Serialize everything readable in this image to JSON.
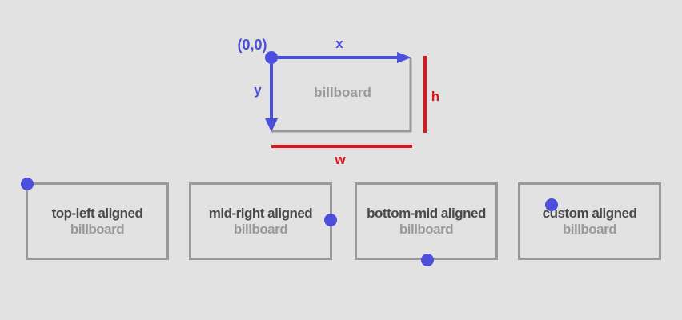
{
  "colors": {
    "background": "#e2e2e2",
    "anchor_blue": "#4b4fdc",
    "dimension_red": "#e0141e",
    "box_gray": "#999999",
    "title_text": "#4a4a4a",
    "sub_text": "#9a9a9a"
  },
  "diagram": {
    "origin_label": "(0,0)",
    "x_label": "x",
    "y_label": "y",
    "w_label": "w",
    "h_label": "h",
    "billboard_label": "billboard"
  },
  "examples": [
    {
      "title": "top-left aligned",
      "sub": "billboard"
    },
    {
      "title": "mid-right aligned",
      "sub": "billboard"
    },
    {
      "title": "bottom-mid aligned",
      "sub": "billboard"
    },
    {
      "title": "custom aligned",
      "sub": "billboard"
    }
  ]
}
